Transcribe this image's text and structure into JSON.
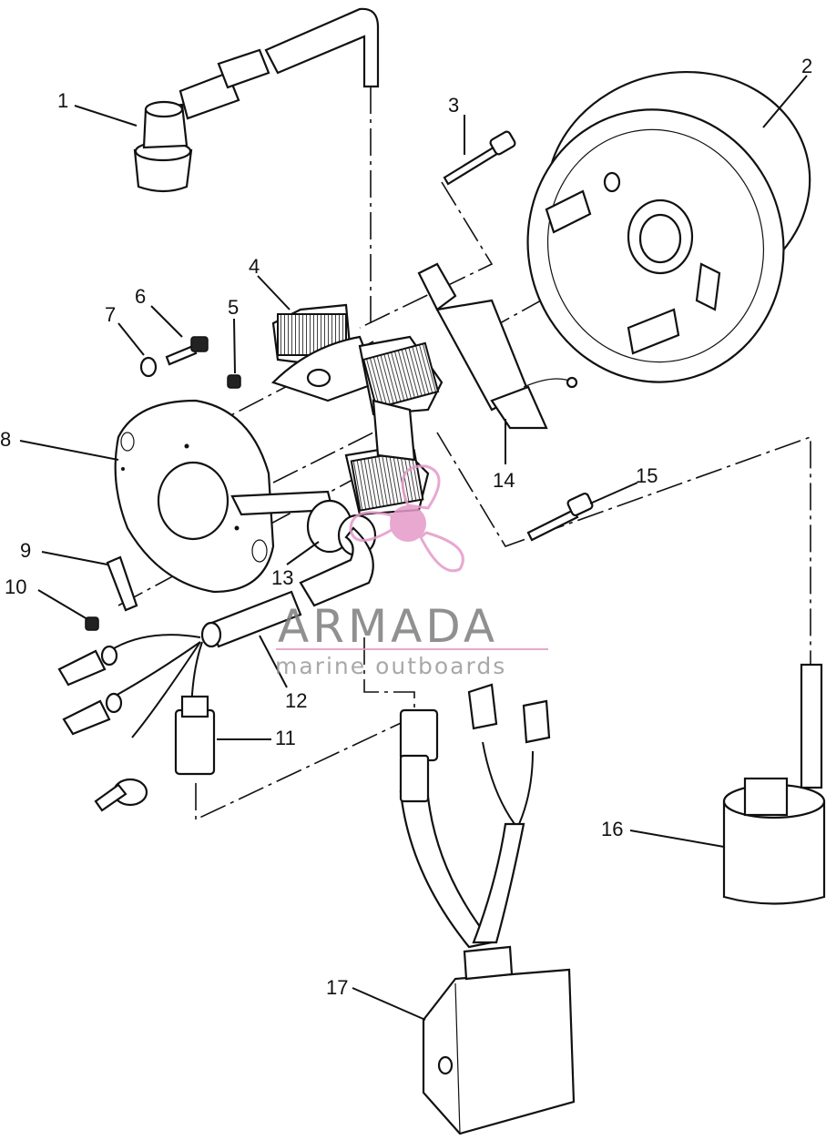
{
  "callouts": [
    "1",
    "2",
    "3",
    "4",
    "5",
    "6",
    "7",
    "8",
    "9",
    "10",
    "11",
    "12",
    "13",
    "14",
    "15",
    "16",
    "17"
  ],
  "watermark": {
    "brand": "ARMADA",
    "tagline": "marine outboards"
  }
}
